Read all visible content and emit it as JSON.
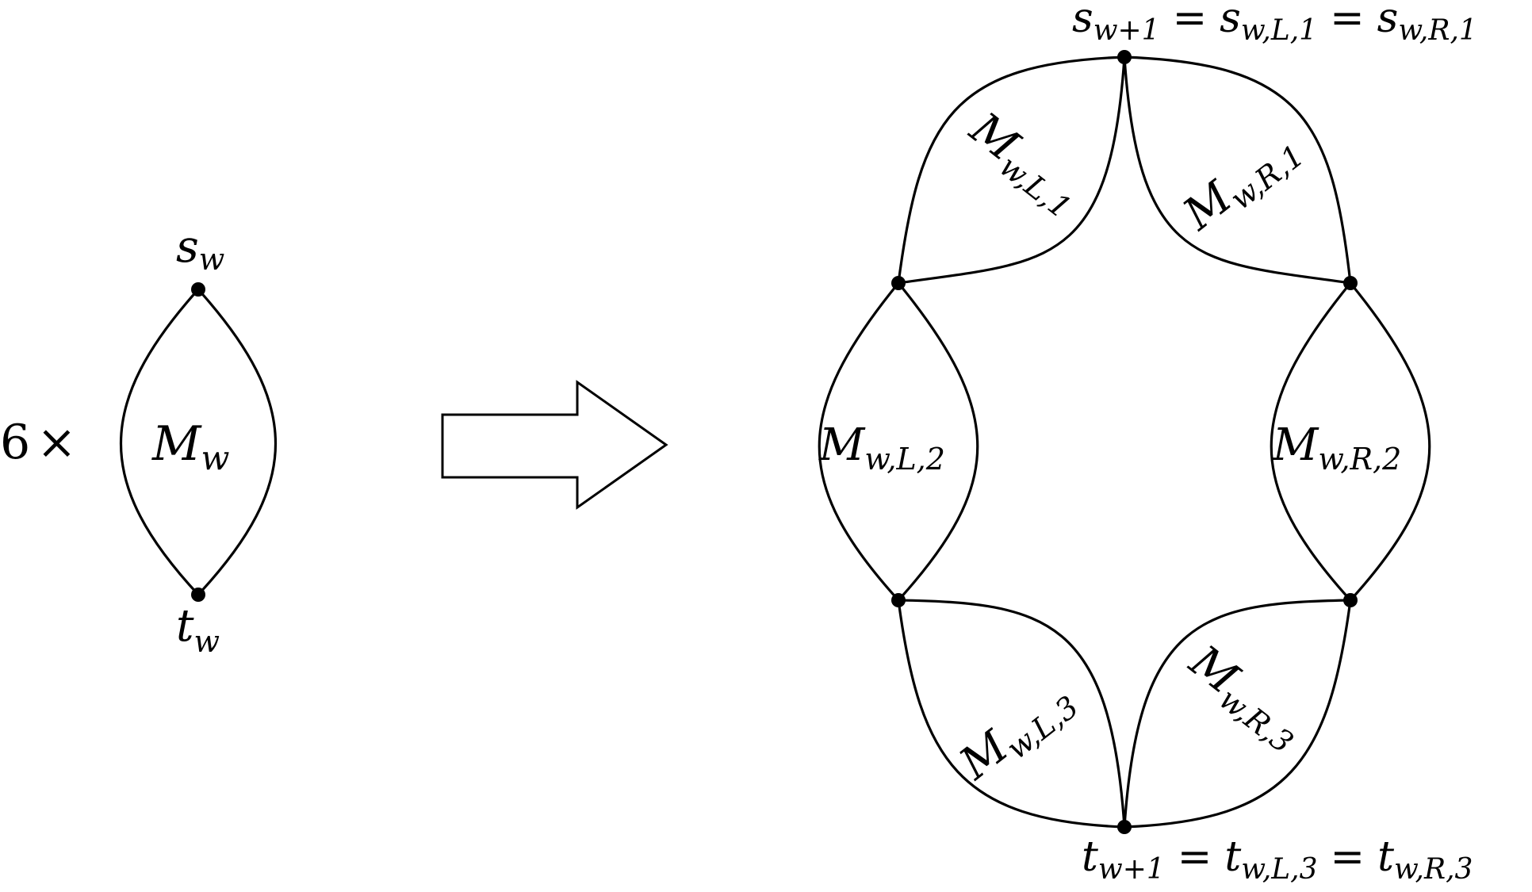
{
  "left": {
    "multiplier": "6",
    "times_sign": "×",
    "source": {
      "base": "s",
      "sub": "w"
    },
    "sink": {
      "base": "t",
      "sub": "w"
    },
    "module": {
      "base": "M",
      "sub": "w"
    }
  },
  "right": {
    "top_label": {
      "lhs": {
        "base": "s",
        "sub": "w+1"
      },
      "mid": {
        "base": "s",
        "sub": "w,L,1"
      },
      "rhs": {
        "base": "s",
        "sub": "w,R,1"
      },
      "eq": "="
    },
    "bottom_label": {
      "lhs": {
        "base": "t",
        "sub": "w+1"
      },
      "mid": {
        "base": "t",
        "sub": "w,L,3"
      },
      "rhs": {
        "base": "t",
        "sub": "w,R,3"
      },
      "eq": "="
    },
    "modules": {
      "L1": {
        "base": "M",
        "sub": "w,L,1"
      },
      "R1": {
        "base": "M",
        "sub": "w,R,1"
      },
      "L2": {
        "base": "M",
        "sub": "w,L,2"
      },
      "R2": {
        "base": "M",
        "sub": "w,R,2"
      },
      "L3": {
        "base": "M",
        "sub": "w,L,3"
      },
      "R3": {
        "base": "M",
        "sub": "w,R,3"
      }
    }
  }
}
